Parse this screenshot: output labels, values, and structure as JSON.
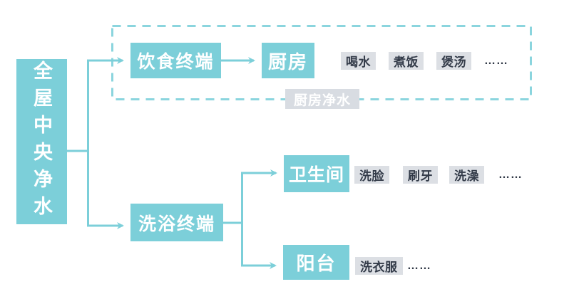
{
  "colors": {
    "teal": "#7ccfd9",
    "dash": "#8bd5de",
    "white": "#ffffff",
    "tagbg": "#dcdfe4",
    "tagtext": "#333b49",
    "labelbg": "#d8dce2"
  },
  "root": {
    "label": "全屋中央净水"
  },
  "drinking_branch": {
    "terminal": "饮食终端",
    "room": "厨房",
    "tags": [
      "喝水",
      "煮饭",
      "煲汤"
    ],
    "ellipsis": "……",
    "group_label": "厨房净水"
  },
  "washing_branch": {
    "terminal": "洗浴终端",
    "bathroom": {
      "room": "卫生间",
      "tags": [
        "洗脸",
        "刷牙",
        "洗澡"
      ],
      "ellipsis": "……"
    },
    "balcony": {
      "room": "阳台",
      "tags": [
        "洗衣服"
      ],
      "ellipsis": "……"
    }
  }
}
